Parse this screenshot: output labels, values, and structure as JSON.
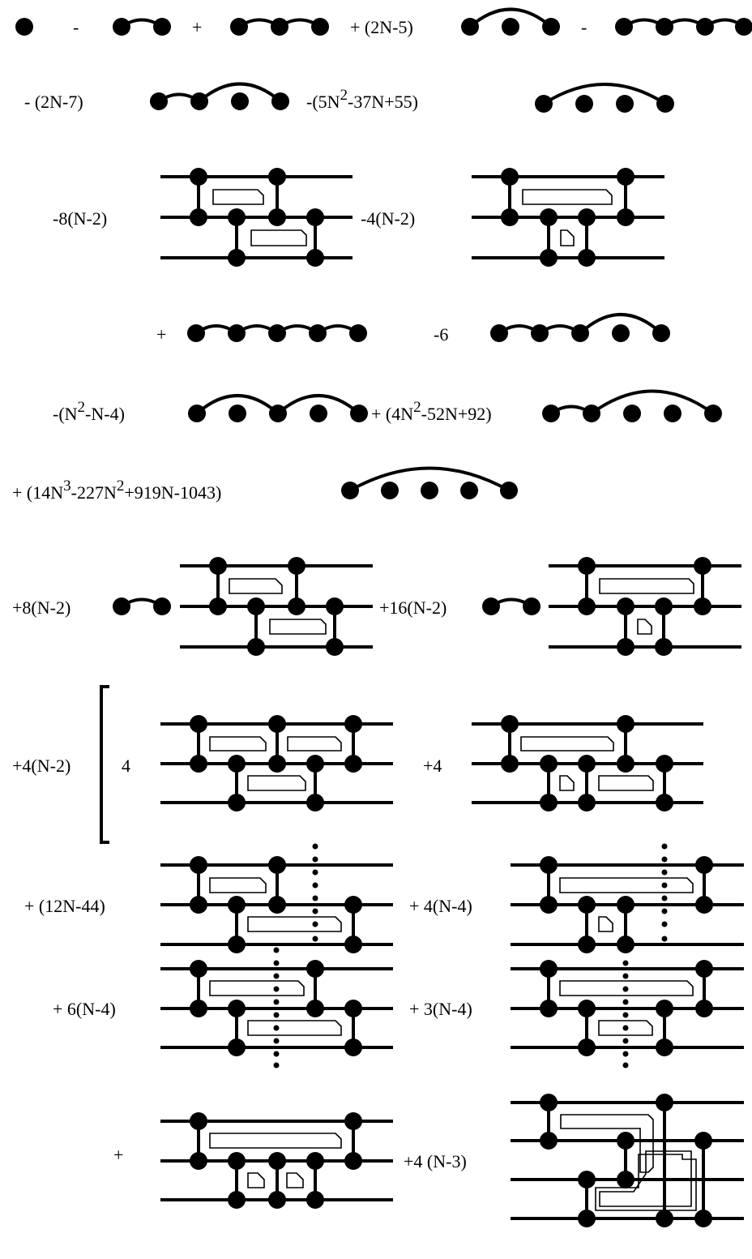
{
  "row1": {
    "minus_a": "-",
    "plus_a": "+",
    "coef_a": "+ (2N-5)",
    "minus_b": "-"
  },
  "row2": {
    "coef_a": "- (2N-7)",
    "coef_b_pre": "-(5N",
    "coef_b_sup": "2",
    "coef_b_post": "-37N+55)"
  },
  "row3": {
    "coef_a": "-8(N-2)",
    "coef_b": "-4(N-2)"
  },
  "row4": {
    "coef_a": "+",
    "coef_b": "-6"
  },
  "row5": {
    "coef_a_pre": "-(N",
    "coef_a_sup": "2",
    "coef_a_post": "-N-4)",
    "coef_b_pre": "+ (4N",
    "coef_b_sup": "2",
    "coef_b_post": "-52N+92)"
  },
  "row6": {
    "p1": "+ (14N",
    "s1": "3",
    "p2": "-227N",
    "s2": "2",
    "p3": "+919N-1043)"
  },
  "row7": {
    "coef_a": "+8(N-2)",
    "coef_b": "+16(N-2)"
  },
  "row8": {
    "bracket_coef": "+4(N-2)",
    "coef_a": "4",
    "coef_b": "+4"
  },
  "row9": {
    "coef_a": "+ (12N-44)",
    "coef_b": "+ 4(N-4)"
  },
  "row10": {
    "coef_a": "+ 6(N-4)",
    "coef_b": "+ 3(N-4)"
  },
  "row11": {
    "coef_a": "+",
    "coef_b": "+4 (N-3)"
  }
}
